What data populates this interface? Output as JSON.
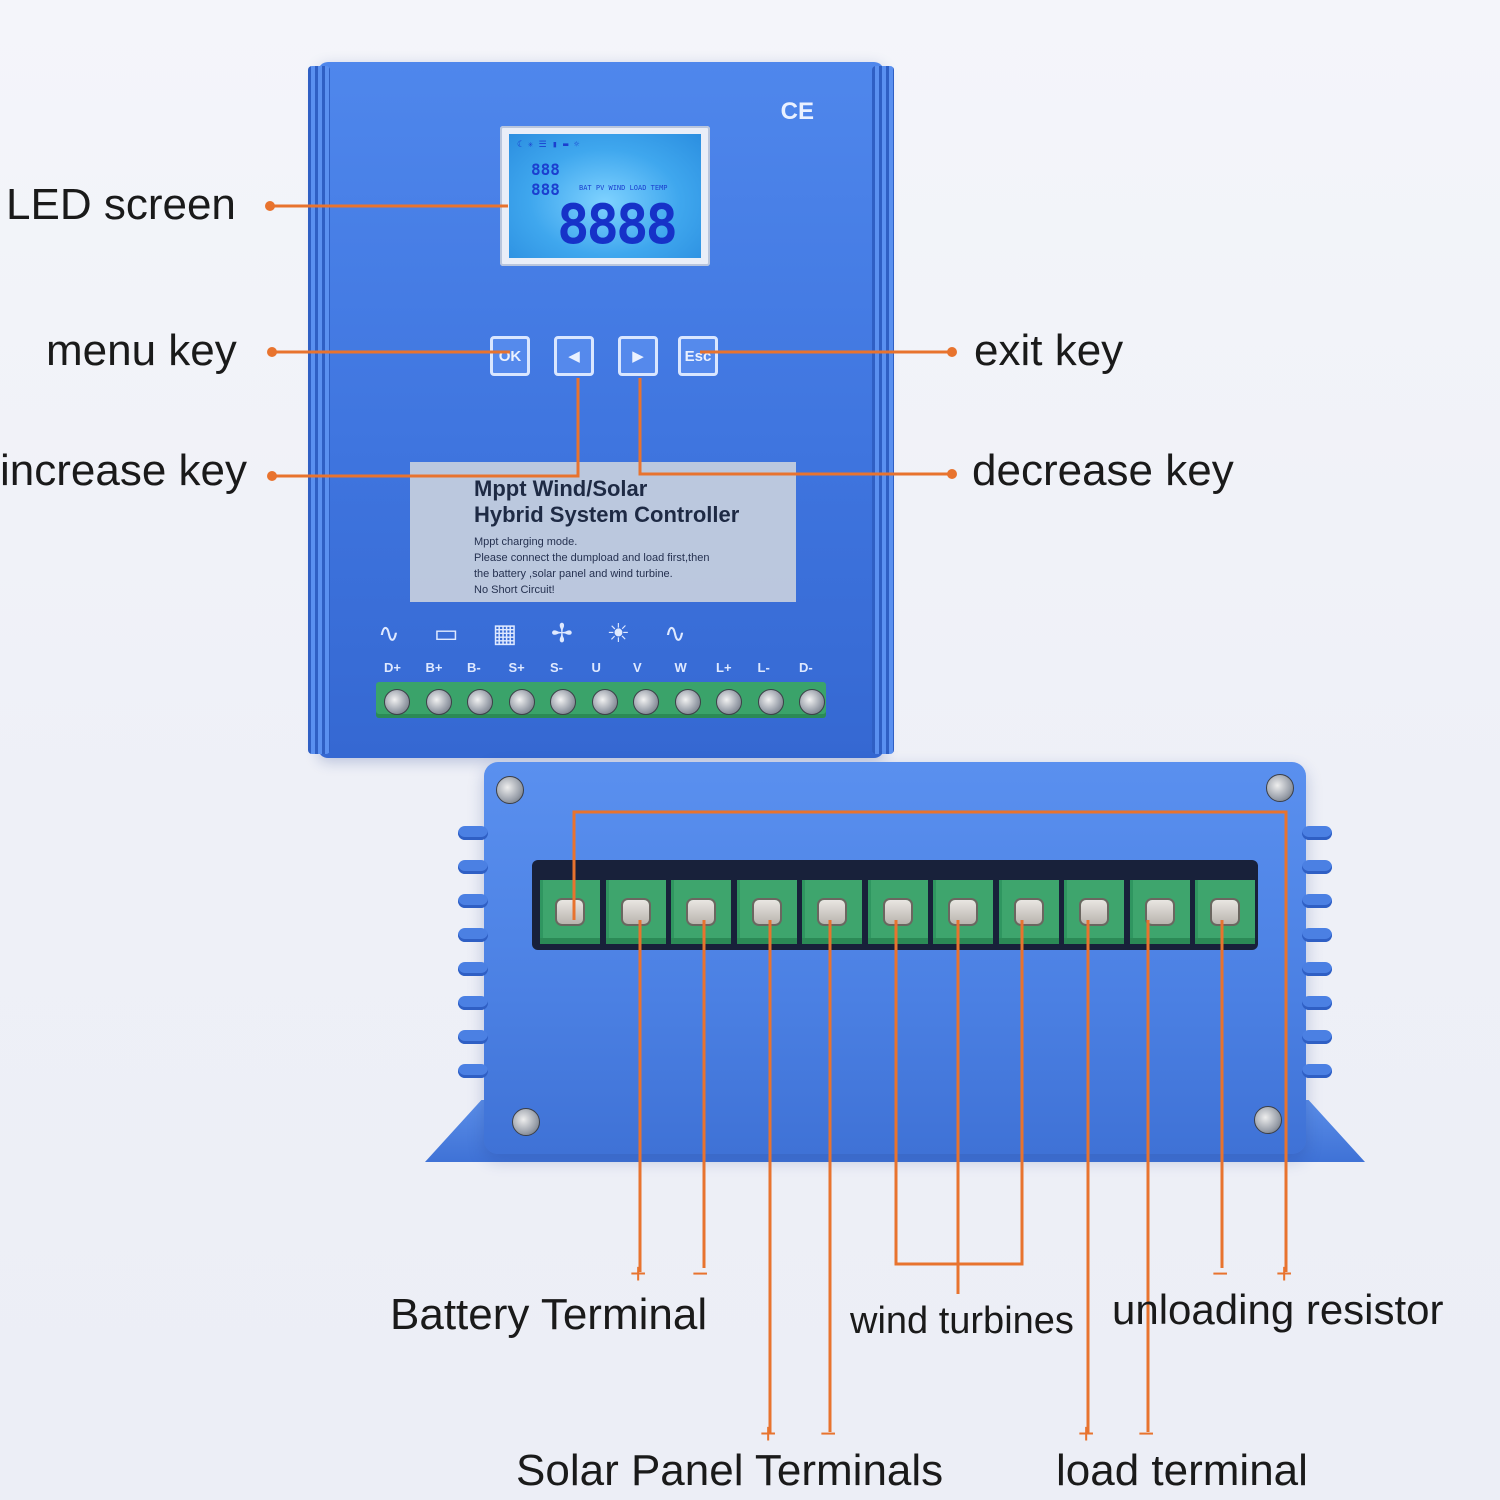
{
  "front": {
    "ce_mark": "CE",
    "lcd": {
      "small_digits_1": "888",
      "small_digits_2": "888",
      "big_digits": "8888",
      "row_text": "BAT PV WIND LOAD TEMP"
    },
    "keys": {
      "ok": "OK",
      "esc": "Esc",
      "left": "◀",
      "right": "▶"
    },
    "sticker": {
      "title_line1": "Mppt Wind/Solar",
      "title_line2": "Hybrid System Controller",
      "lines": [
        "Mppt charging mode.",
        "Please connect the dumpload and load first,then",
        "the battery ,solar panel and wind turbine.",
        "No Short Circuit!"
      ]
    },
    "terminal_labels": [
      "D+",
      "B+",
      "B-",
      "S+",
      "S-",
      "U",
      "V",
      "W",
      "L+",
      "L-",
      "D-"
    ]
  },
  "callouts": {
    "led_screen": "LED screen",
    "menu_key": "menu key",
    "increase_key": "increase key",
    "exit_key": "exit key",
    "decrease_key": "decrease key",
    "battery_terminal": "Battery Terminal",
    "wind_turbines": "wind turbines",
    "unloading_resistor": "unloading resistor",
    "solar_panel_terminals": "Solar Panel Terminals",
    "load_terminal": "load terminal"
  },
  "polarity": {
    "battery_plus": "+",
    "battery_minus": "−",
    "solar_plus": "+",
    "solar_minus": "−",
    "load_plus": "+",
    "load_minus": "−",
    "unload_minus": "−",
    "unload_plus": "+"
  },
  "colors": {
    "leader": "#e8732e",
    "housing": "#4b80e3",
    "terminal": "#3ea56d"
  }
}
